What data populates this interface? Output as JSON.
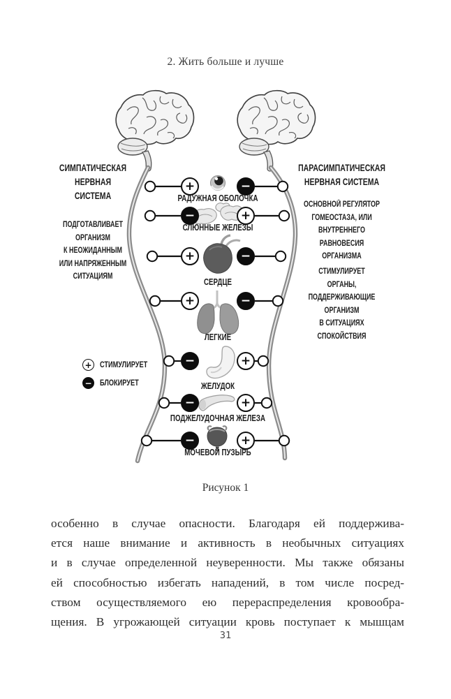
{
  "page": {
    "header": "2. Жить больше и лучше",
    "page_number": "31"
  },
  "figure": {
    "caption": "Рисунок 1",
    "left_panel": {
      "title": "СИМПАТИЧЕСКАЯ\nНЕРВНАЯ\nСИСТЕМА",
      "description": "ПОДГОТАВЛИВАЕТ\nОРГАНИЗМ\nК НЕОЖИДАННЫМ\nИЛИ НАПРЯЖЕННЫМ\nСИТУАЦИЯМ"
    },
    "right_panel": {
      "title": "ПАРАСИМПАТИЧЕСКАЯ\nНЕРВНАЯ СИСТЕМА",
      "description1": "ОСНОВНОЙ РЕГУЛЯТОР\nГОМЕОСТАЗА, ИЛИ\nВНУТРЕННЕГО\nРАВНОВЕСИЯ\nОРГАНИЗМА",
      "description2": "СТИМУЛИРУЕТ\nОРГАНЫ,\nПОДДЕРЖИВАЮЩИЕ\nОРГАНИЗМ\nВ СИТУАЦИЯХ\nСПОКОЙСТВИЯ"
    },
    "legend": {
      "stimulates": {
        "symbol": "+",
        "type": "plus",
        "label": "СТИМУЛИРУЕТ"
      },
      "blocks": {
        "symbol": "−",
        "type": "minus",
        "label": "БЛОКИРУЕТ"
      }
    },
    "rows": [
      {
        "organ": "РАДУЖНАЯ ОБОЛОЧКА",
        "icon": "iris-eye-icon",
        "left_symbol": "+",
        "left_type": "plus",
        "right_symbol": "−",
        "right_type": "minus"
      },
      {
        "organ": "СЛЮННЫЕ ЖЕЛЕЗЫ",
        "icon": "salivary-glands-icon",
        "left_symbol": "−",
        "left_type": "minus",
        "right_symbol": "+",
        "right_type": "plus"
      },
      {
        "organ": "СЕРДЦЕ",
        "icon": "heart-icon",
        "left_symbol": "+",
        "left_type": "plus",
        "right_symbol": "−",
        "right_type": "minus"
      },
      {
        "organ": "ЛЕГКИЕ",
        "icon": "lungs-icon",
        "left_symbol": "+",
        "left_type": "plus",
        "right_symbol": "−",
        "right_type": "minus"
      },
      {
        "organ": "ЖЕЛУДОК",
        "icon": "stomach-icon",
        "left_symbol": "−",
        "left_type": "minus",
        "right_symbol": "+",
        "right_type": "plus"
      },
      {
        "organ": "ПОДЖЕЛУДОЧНАЯ ЖЕЛЕЗА",
        "icon": "pancreas-icon",
        "left_symbol": "−",
        "left_type": "minus",
        "right_symbol": "+",
        "right_type": "plus"
      },
      {
        "organ": "МОЧЕВОЙ ПУЗЫРЬ",
        "icon": "bladder-icon",
        "left_symbol": "−",
        "left_type": "minus",
        "right_symbol": "+",
        "right_type": "plus"
      }
    ]
  },
  "body": {
    "lines": [
      "особенно в случае опасности. Благодаря ей поддержива-",
      "ется наше внимание и активность в необычных ситуациях",
      "и в случае определенной неуверенности. Мы также обязаны",
      "ей способностью избегать нападений, в том числе посред-",
      "ством осуществляемого ею перераспределения кровообра-",
      "щения. В угрожающей ситуации кровь поступает к мышцам"
    ]
  },
  "colors": {
    "ink": "#1d1d1d",
    "symbol_black": "#0d0d0d",
    "body_text": "#2e2e2e"
  }
}
